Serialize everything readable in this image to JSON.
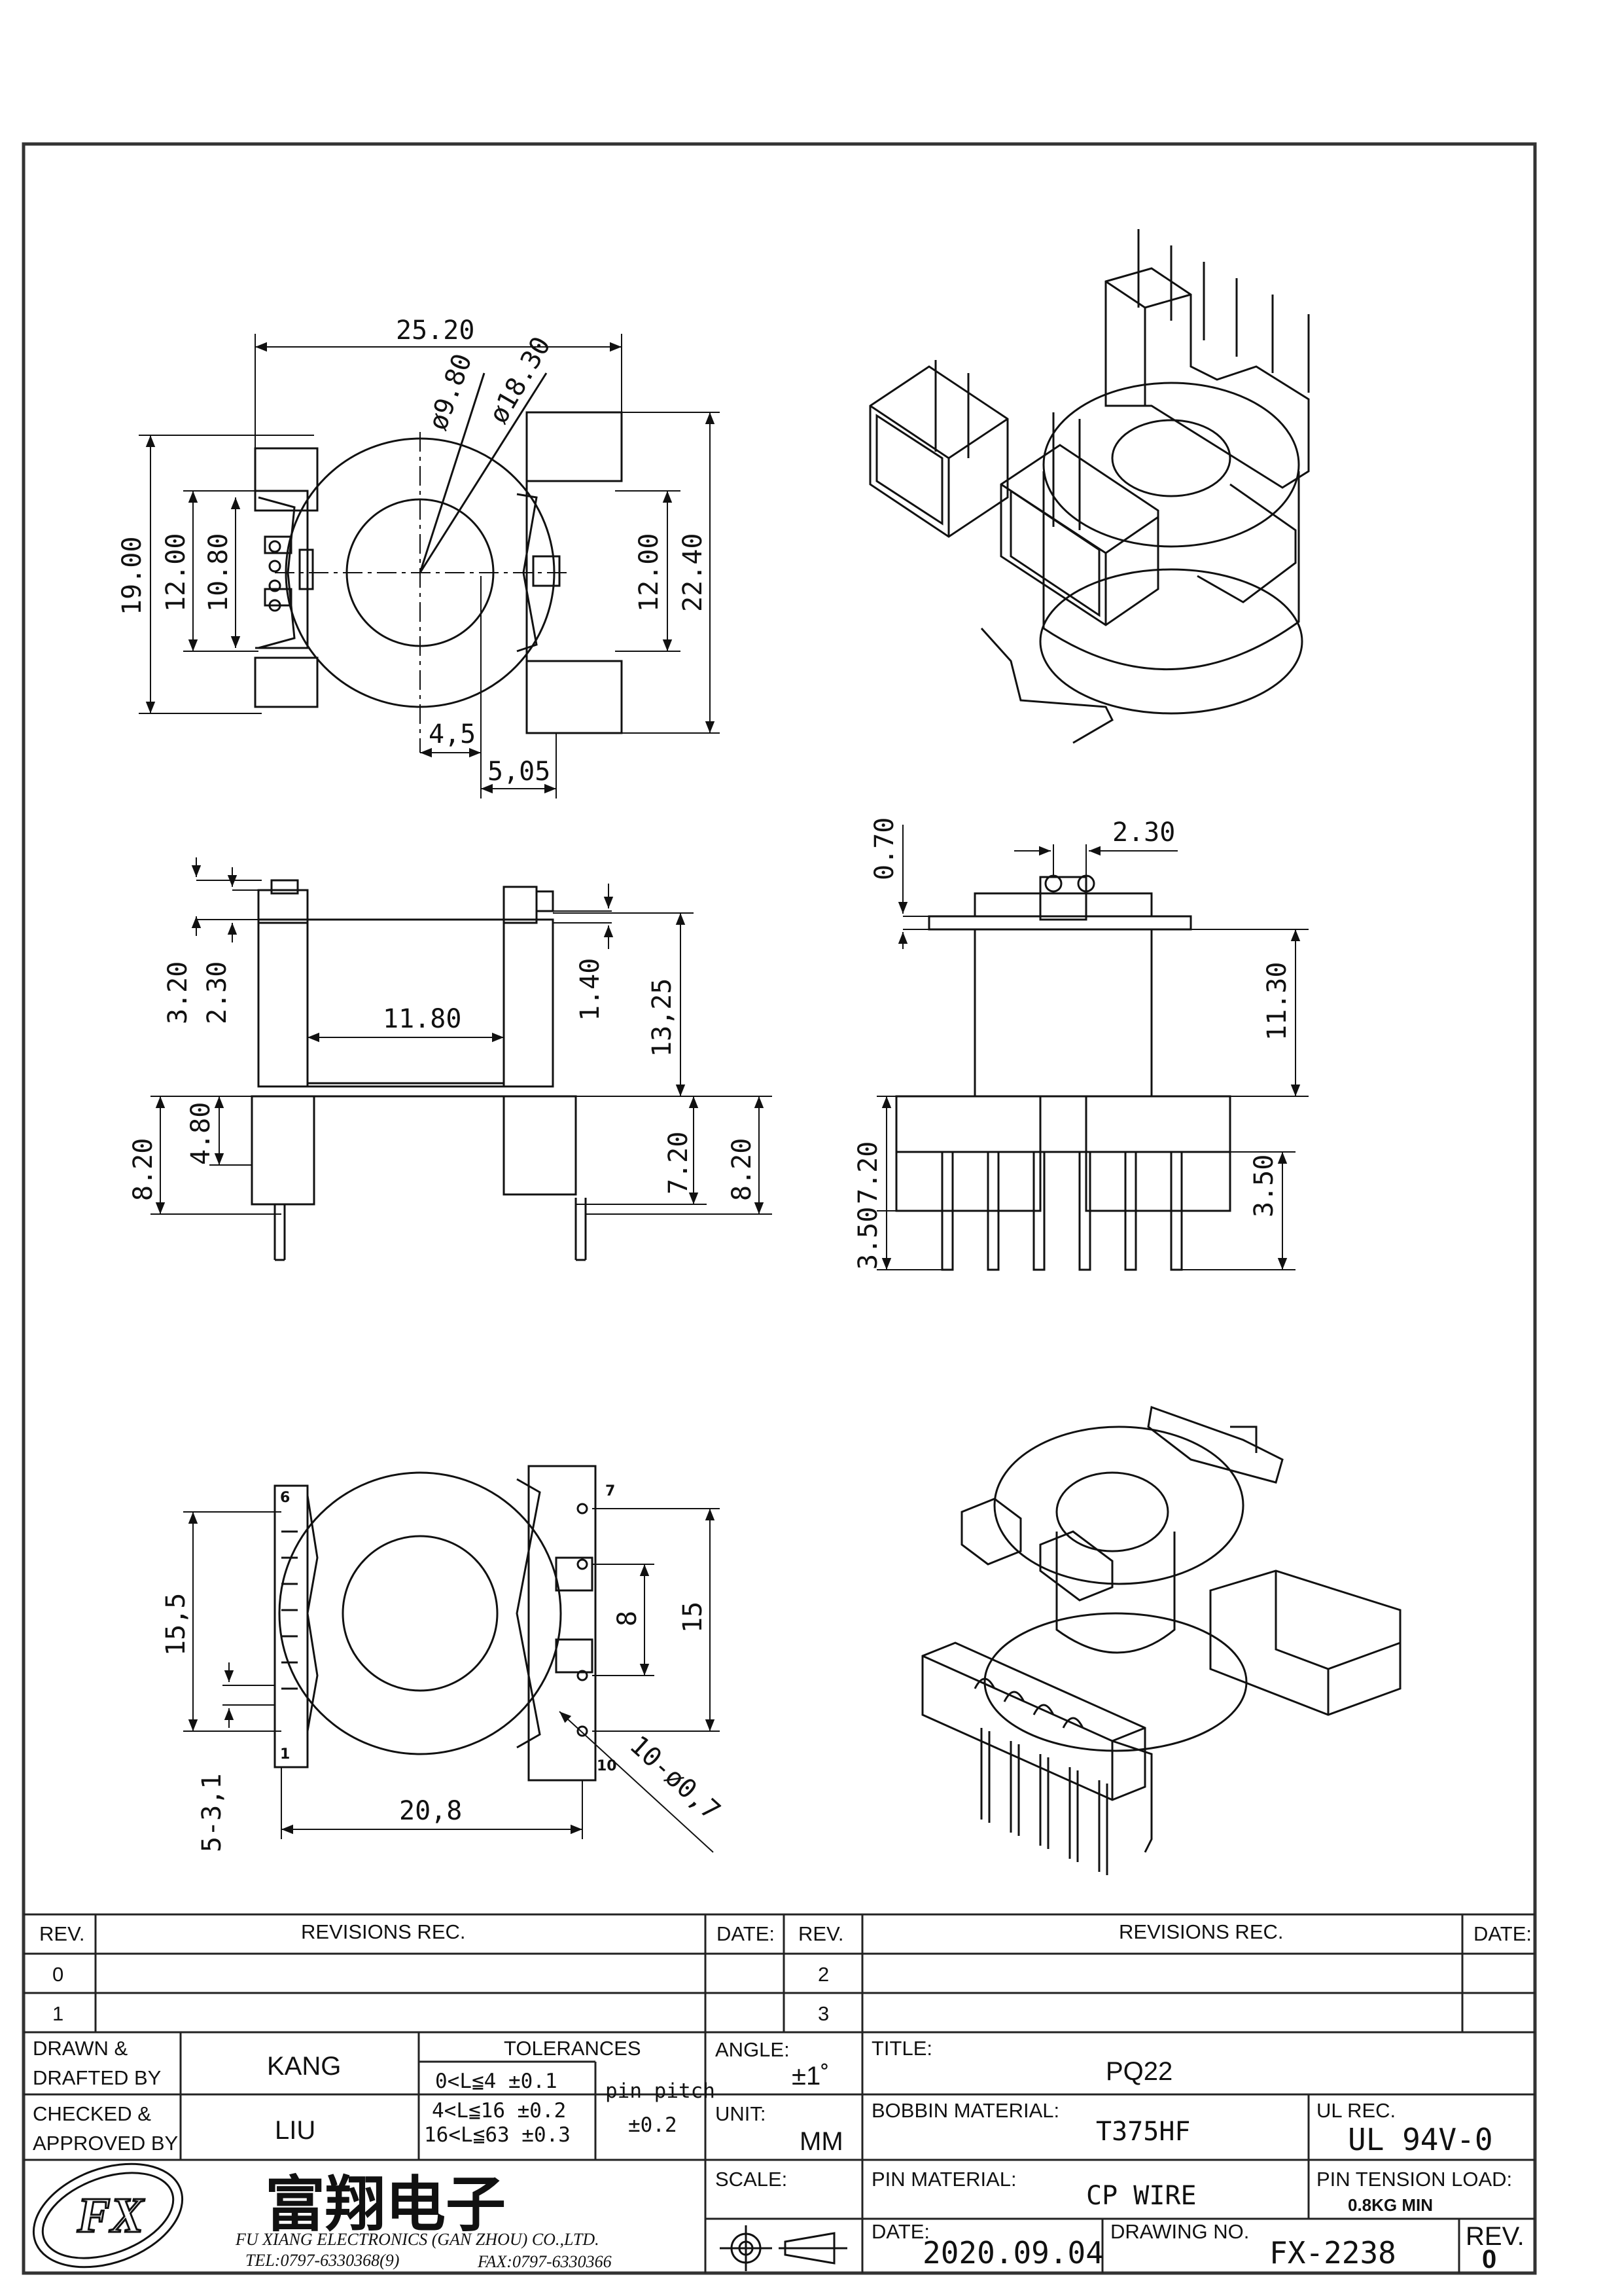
{
  "views": {
    "top": {
      "dims": {
        "width_total": "25.20",
        "dia_inner": "ø9.80",
        "dia_outer": "ø18.30",
        "h_19": "19.00",
        "h_12_left": "12.00",
        "h_1080": "10.80",
        "h_12_right": "12.00",
        "h_2240": "22.40",
        "w_45": "4,5",
        "w_505": "5,05"
      }
    },
    "front": {
      "dims": {
        "d_320": "3.20",
        "d_230": "2.30",
        "d_1180": "11.80",
        "d_140": "1.40",
        "d_1325": "13,25",
        "d_820_left": "8.20",
        "d_480": "4.80",
        "d_720": "7.20",
        "d_820_right": "8.20"
      }
    },
    "side": {
      "dims": {
        "d_070": "0.70",
        "d_230": "2.30",
        "d_1130": "11.30",
        "d_720": "7.20",
        "d_350_bottom": "3.50",
        "d_350_right": "3.50"
      }
    },
    "bottom": {
      "dims": {
        "d_155": "15,5",
        "d_531": "5-3,1",
        "d_208": "20,8",
        "d_8": "8",
        "d_15": "15",
        "d_holes": "10-ø0,7"
      },
      "pin_numbers": {
        "p6": "6",
        "p1": "1",
        "p7": "7",
        "p10": "10"
      }
    }
  },
  "title_block": {
    "rev_header": "REV.",
    "revisions_header": "REVISIONS    REC.",
    "date_header": "DATE:",
    "rev_rows_left": [
      "0",
      "1"
    ],
    "rev_rows_right": [
      "2",
      "3"
    ],
    "drawn_label_1": "DRAWN &",
    "drawn_label_2": "DRAFTED BY",
    "drawn_by": "KANG",
    "checked_label_1": "CHECKED &",
    "checked_label_2": "APPROVED BY",
    "checked_by": "LIU",
    "tolerances_header": "TOLERANCES",
    "tol_1": "0<L≦4   ±0.1",
    "tol_2": "4<L≦16  ±0.2",
    "tol_3": "16<L≦63  ±0.3",
    "pin_pitch_label": "pin pitch",
    "pin_pitch_value": "±0.2",
    "angle_label": "ANGLE:",
    "angle_value": "±1˚",
    "unit_label": "UNIT:",
    "unit_value": "MM",
    "scale_label": "SCALE:",
    "title_label": "TITLE:",
    "title_value": "PQ22",
    "bobbin_material_label": "BOBBIN MATERIAL:",
    "bobbin_material_value": "T375HF",
    "ul_rec_label": "UL REC.",
    "ul_rec_value": "UL 94V-0",
    "pin_material_label": "PIN MATERIAL:",
    "pin_material_value": "CP WIRE",
    "pin_tension_label": "PIN TENSION LOAD:",
    "pin_tension_value": "0.8KG MIN",
    "date_label": "DATE:",
    "date_value": "2020.09.04",
    "drawing_no_label": "DRAWING NO.",
    "drawing_no_value": "FX-2238",
    "rev_label": "REV.",
    "rev_value": "0",
    "company_cn": "富翔电子",
    "company_en": "FU XIANG ELECTRONICS (GAN ZHOU) CO.,LTD.",
    "tel": "TEL:0797-6330368(9)",
    "fax": "FAX:0797-6330366",
    "logo_text": "FX"
  }
}
